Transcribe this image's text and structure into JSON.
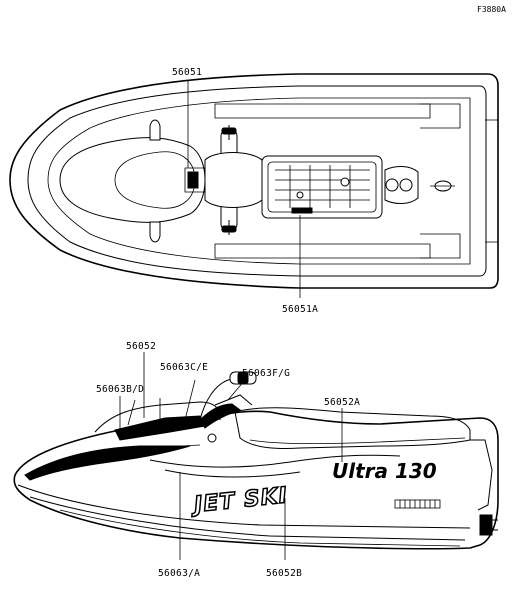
{
  "figure_code": "F3880A",
  "labels": {
    "top_deck_decal": "56051",
    "top_hood_decal": "56051A",
    "side_hood_decal": "56052",
    "side_decal_ce": "56063C/E",
    "side_decal_fg": "56063F/G",
    "side_decal_bd": "56063B/D",
    "side_seat_decal": "56052A",
    "side_lower_decal": "56063/A",
    "side_hull_decal": "56052B"
  },
  "logo_text": "JET SKI",
  "model_text": "Ultra 130"
}
